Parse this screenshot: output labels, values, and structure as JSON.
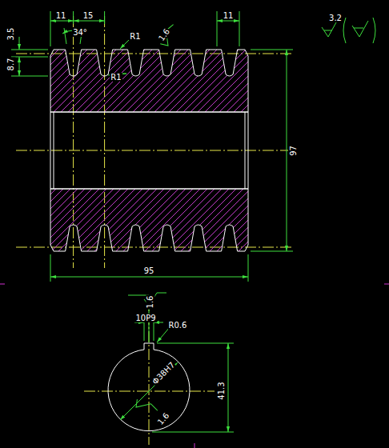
{
  "diagram": {
    "labels": [
      "11",
      "15",
      "3.5",
      "34°",
      "R1",
      "1.6",
      "11",
      "8.7",
      "R1",
      "97",
      "95",
      "3.2",
      "1.6",
      "10P9",
      "R0.6",
      "Φ38H7",
      "41.3",
      "1.6"
    ]
  }
}
